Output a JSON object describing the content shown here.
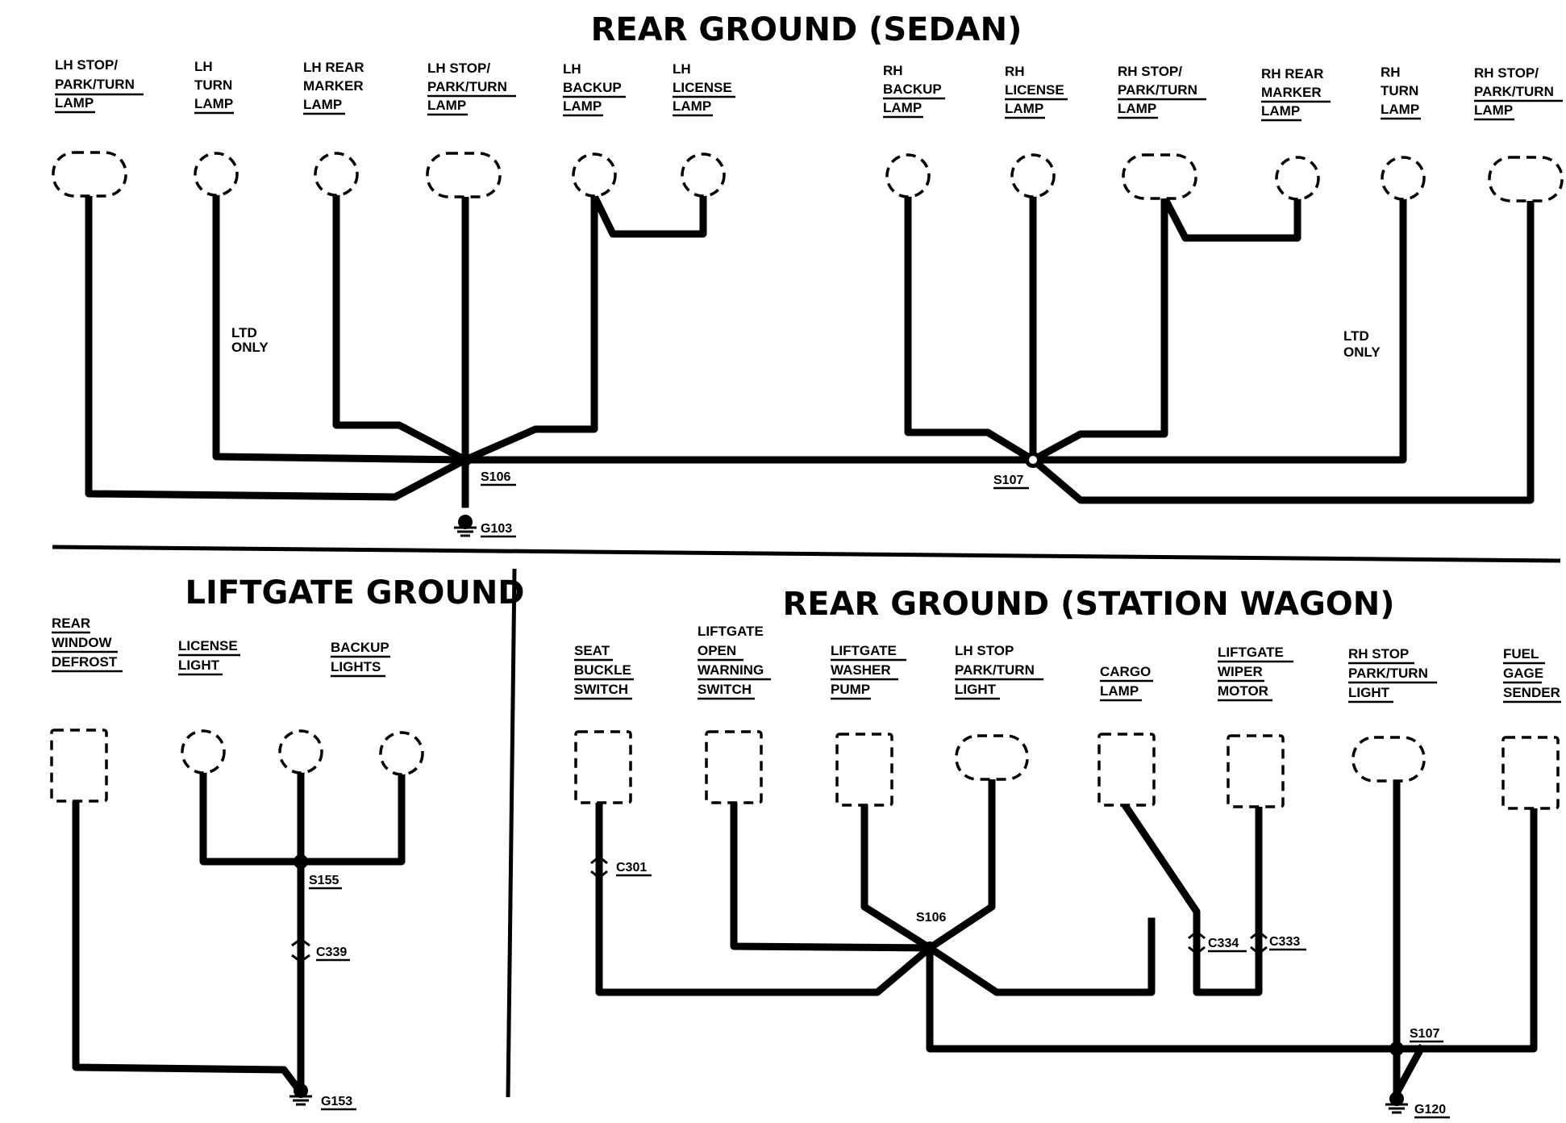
{
  "sections": {
    "sedan": {
      "title": "REAR GROUND (SEDAN)",
      "labels": [
        [
          "LH STOP/",
          "PARK/TURN",
          "LAMP"
        ],
        [
          "LH",
          "TURN",
          "LAMP"
        ],
        [
          "LH REAR",
          "MARKER",
          "LAMP"
        ],
        [
          "LH STOP/",
          "PARK/TURN",
          "LAMP"
        ],
        [
          "LH",
          "BACKUP",
          "LAMP"
        ],
        [
          "LH",
          "LICENSE",
          "LAMP"
        ],
        [
          "RH",
          "BACKUP",
          "LAMP"
        ],
        [
          "RH",
          "LICENSE",
          "LAMP"
        ],
        [
          "RH STOP/",
          "PARK/TURN",
          "LAMP"
        ],
        [
          "RH REAR",
          "MARKER",
          "LAMP"
        ],
        [
          "RH",
          "TURN",
          "LAMP"
        ],
        [
          "RH STOP/",
          "PARK/TURN",
          "LAMP"
        ]
      ],
      "notes": [
        [
          "LTD",
          "ONLY"
        ],
        [
          "LTD",
          "ONLY"
        ]
      ],
      "splice_left": "S106",
      "splice_right": "S107",
      "ground": "G103"
    },
    "liftgate": {
      "title": "LIFTGATE GROUND",
      "labels": [
        [
          "REAR",
          "WINDOW",
          "DEFROST"
        ],
        [
          "LICENSE",
          "LIGHT"
        ],
        [
          "BACKUP",
          "LIGHTS"
        ]
      ],
      "splice": "S155",
      "connector": "C339",
      "ground": "G153"
    },
    "wagon": {
      "title": "REAR GROUND (STATION WAGON)",
      "labels": [
        [
          "SEAT",
          "BUCKLE",
          "SWITCH"
        ],
        [
          "LIFTGATE",
          "OPEN",
          "WARNING",
          "SWITCH"
        ],
        [
          "LIFTGATE",
          "WASHER",
          "PUMP"
        ],
        [
          "LH STOP",
          "PARK/TURN",
          "LIGHT"
        ],
        [
          "CARGO",
          "LAMP"
        ],
        [
          "LIFTGATE",
          "WIPER",
          "MOTOR"
        ],
        [
          "RH STOP",
          "PARK/TURN",
          "LIGHT"
        ],
        [
          "FUEL",
          "GAGE",
          "SENDER"
        ]
      ],
      "connector_c301": "C301",
      "splice_s106": "S106",
      "connector_c334": "C334",
      "connector_c333": "C333",
      "splice_s107": "S107",
      "ground": "G120"
    }
  }
}
